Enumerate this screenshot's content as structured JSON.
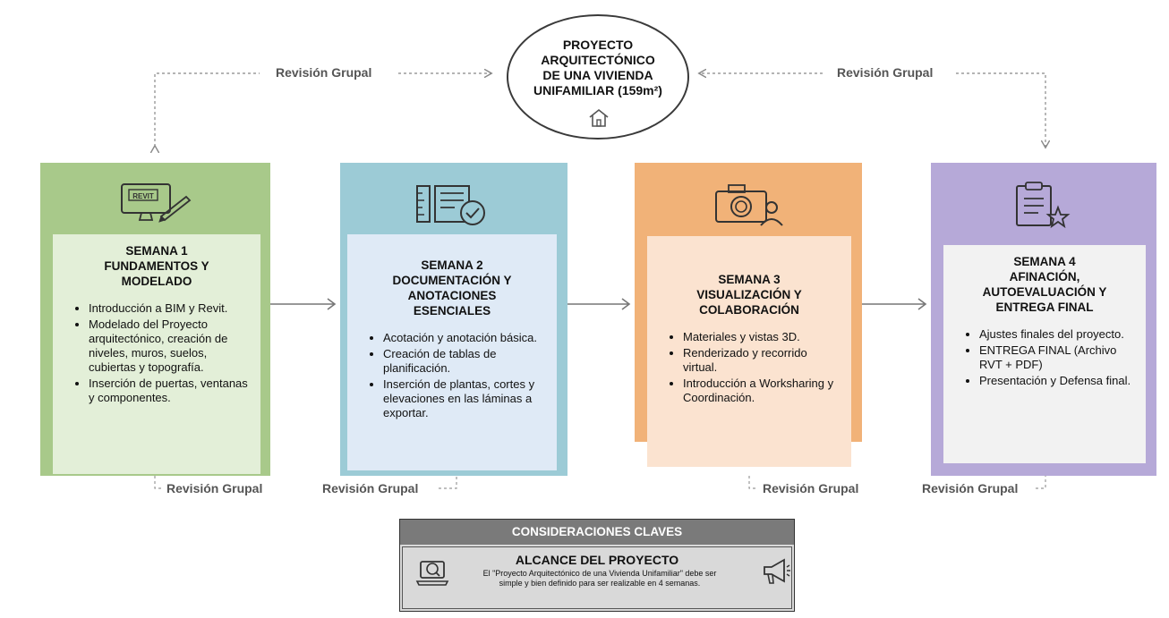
{
  "title": "PROYECTO ARQUITECTÓNICO DE UNA VIVIENDA UNIFAMILIAR (159m²)",
  "title_lines": [
    "PROYECTO",
    "ARQUITECTÓNICO",
    "DE UNA VIVIENDA",
    "UNIFAMILIAR (159m²)"
  ],
  "review_label": "Revisión Grupal",
  "review_top_left": "Revisión Grupal",
  "review_top_right": "Revisión Grupal",
  "review_bottom": [
    "Revisión Grupal",
    "Revisión Grupal",
    "Revisión Grupal",
    "Revisión Grupal"
  ],
  "weeks": [
    {
      "title_lines": [
        "SEMANA 1",
        "FUNDAMENTOS Y",
        "MODELADO"
      ],
      "items": [
        "Introducción a BIM y Revit.",
        "Modelado del Proyecto arquitectónico, creación de niveles, muros, suelos, cubiertas y topografía.",
        "Inserción de puertas, ventanas y componentes."
      ],
      "icon": "revit-monitor-pencil-icon",
      "icon_text": "REVIT",
      "color": "#a8c98a",
      "inner_color": "#e3efd8"
    },
    {
      "title_lines": [
        "SEMANA 2",
        "DOCUMENTACIÓN Y",
        "ANOTACIONES",
        "ESENCIALES"
      ],
      "items": [
        "Acotación y anotación básica.",
        "Creación de tablas de planificación.",
        "Inserción de plantas, cortes y elevaciones en las láminas a exportar."
      ],
      "icon": "ruler-document-check-icon",
      "color": "#9ccbd6",
      "inner_color": "#dfeaf6"
    },
    {
      "title_lines": [
        "SEMANA 3",
        "VISUALIZACIÓN Y",
        "COLABORACIÓN"
      ],
      "items": [
        "Materiales y vistas 3D.",
        "Renderizado y recorrido virtual.",
        "Introducción a Worksharing y Coordinación."
      ],
      "icon": "camera-user-icon",
      "color": "#f1b278",
      "inner_color": "#fbe3d0"
    },
    {
      "title_lines": [
        "SEMANA 4",
        "AFINACIÓN,",
        "AUTOEVALUACIÓN Y",
        "ENTREGA FINAL"
      ],
      "items": [
        "Ajustes finales del proyecto.",
        "ENTREGA FINAL (Archivo RVT + PDF)",
        "Presentación y Defensa final."
      ],
      "icon": "clipboard-star-icon",
      "color": "#b6a9d8",
      "inner_color": "#f2f2f2"
    }
  ],
  "considerations": {
    "header": "CONSIDERACIONES CLAVES",
    "heading": "ALCANCE DEL PROYECTO",
    "body": "El \"Proyecto Arquitectónico de una Vivienda Unifamiliar\" debe ser simple y bien definido para ser realizable en 4 semanas.",
    "left_icon": "laptop-magnifier-icon",
    "right_icon": "megaphone-icon"
  }
}
